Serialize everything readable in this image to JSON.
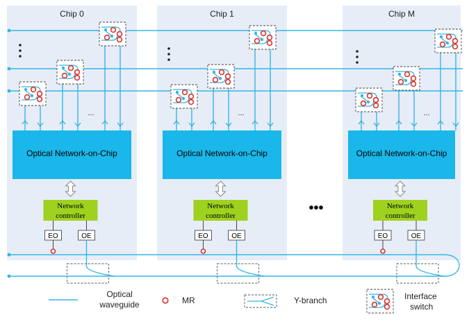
{
  "colors": {
    "chip_bg": "#e6edf7",
    "waveguide": "#35b5e5",
    "onoc_fill": "#1ab7ea",
    "controller_fill": "#9ed21f",
    "mr": "#d9312b",
    "switch_box": "#444444"
  },
  "chips": [
    {
      "label": "Chip 0",
      "show_vdots": true
    },
    {
      "label": "Chip 1",
      "show_vdots": true
    },
    {
      "label": "Chip M",
      "show_vdots": true
    }
  ],
  "onoc_label": "Optical Network-on-Chip",
  "controller_line1": "Network",
  "controller_line2": "controller",
  "eo_label": "EO",
  "oe_label": "OE",
  "port_ellipsis": "...",
  "between_chips_ellipsis": "•••",
  "legend": {
    "waveguide_line1": "Optical",
    "waveguide_line2": "waveguide",
    "mr_label": "MR",
    "ybranch_label": "Y-branch",
    "switch_line1": "Interface",
    "switch_line2": "switch"
  }
}
